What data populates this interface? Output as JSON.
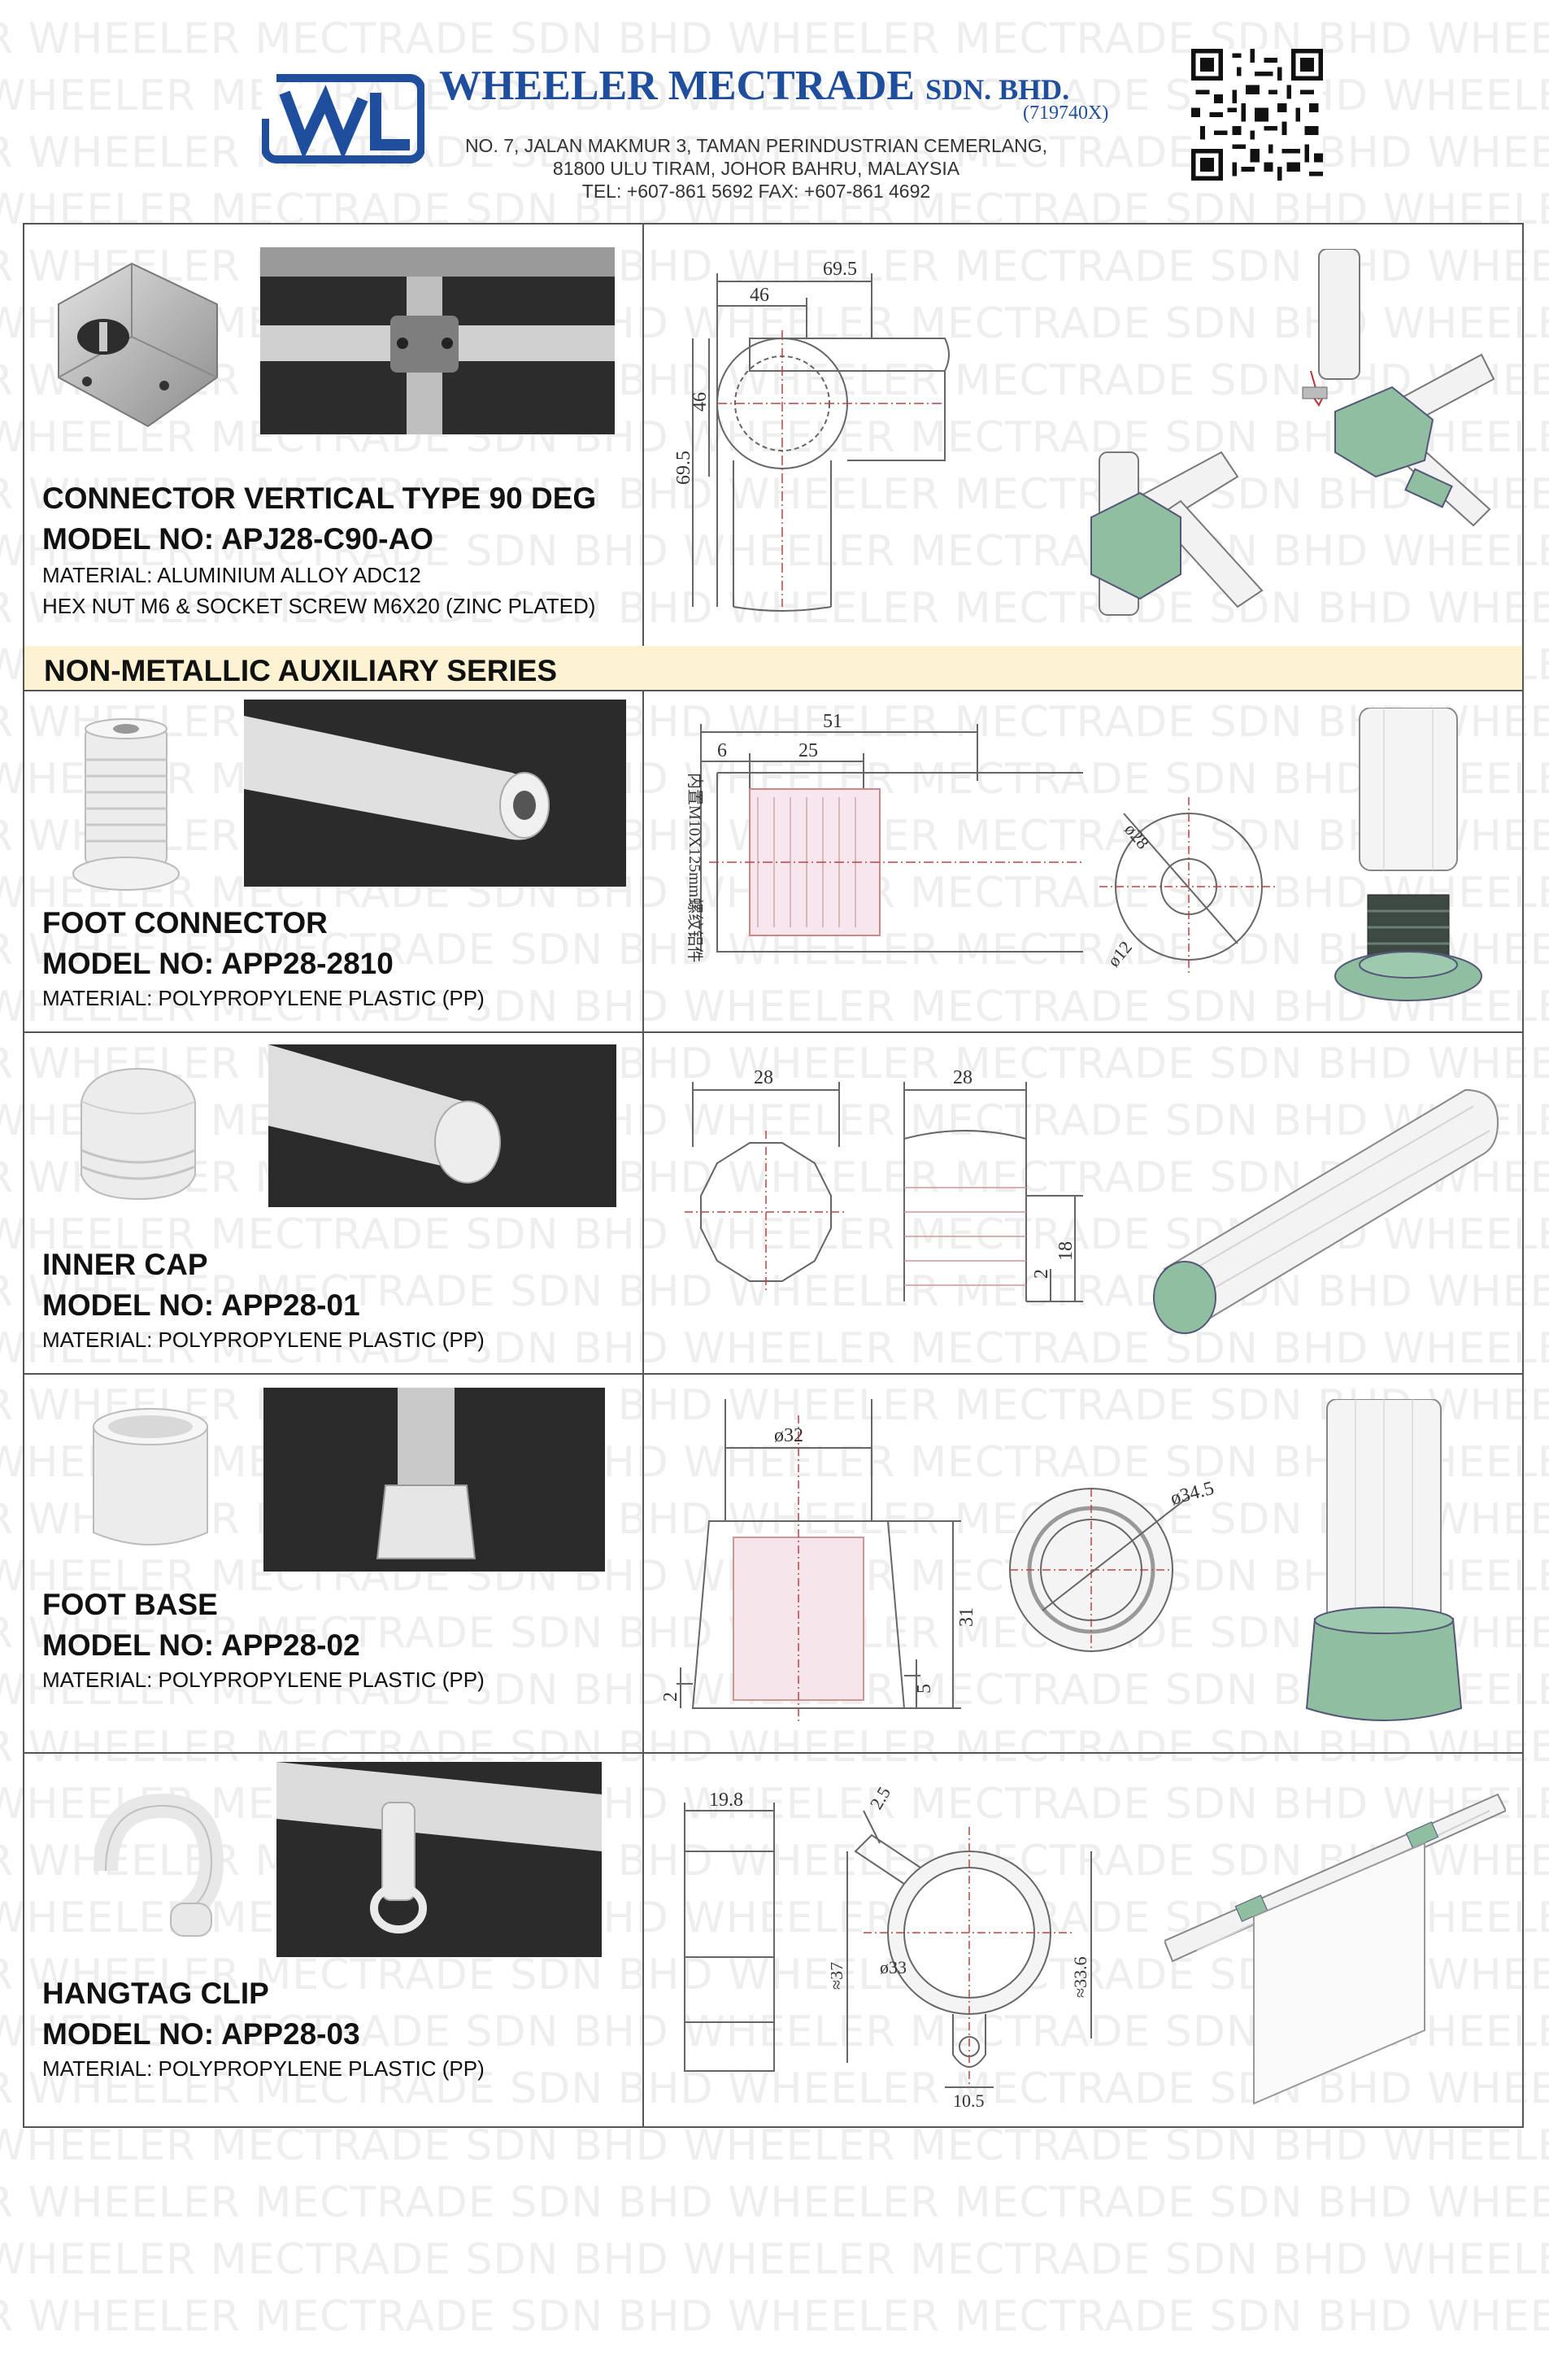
{
  "watermark": {
    "text": "WHEELER MECTRADE SDN BHD"
  },
  "header": {
    "company_name": "WHEELER MECTRADE",
    "company_suffix": "SDN. BHD.",
    "registration_no": "(719740X)",
    "address_line1": "NO. 7, JALAN MAKMUR 3, TAMAN PERINDUSTRIAN CEMERLANG,",
    "address_line2": "81800 ULU TIRAM, JOHOR BAHRU, MALAYSIA",
    "contact_line": "TEL: +607-861 5692  FAX: +607-861 4692"
  },
  "colors": {
    "brand_blue": "#1f4e9c",
    "banner_bg": "#fdf3d3",
    "part_green": "#8fbfa0",
    "photo_dark": "#2c2c2c"
  },
  "banner": {
    "label": "NON-METALLIC AUXILIARY SERIES"
  },
  "products": [
    {
      "title": "CONNECTOR VERTICAL TYPE 90 DEG",
      "model": "MODEL NO: APJ28-C90-AO",
      "material_lines": [
        "MATERIAL: ALUMINIUM ALLOY ADC12",
        "HEX NUT M6 & SOCKET SCREW M6X20 (ZINC PLATED)"
      ],
      "dims": [
        "69.5",
        "46",
        "46",
        "69.5"
      ]
    },
    {
      "title": "FOOT CONNECTOR",
      "model": "MODEL NO: APP28-2810",
      "material_lines": [
        "MATERIAL: POLYPROPYLENE PLASTIC (PP)"
      ],
      "dims": [
        "51",
        "6",
        "25",
        "ø28",
        "ø12"
      ],
      "vertical_note": "内置M10X125mm螺纹铝件"
    },
    {
      "title": "INNER CAP",
      "model": "MODEL NO: APP28-01",
      "material_lines": [
        "MATERIAL: POLYPROPYLENE PLASTIC (PP)"
      ],
      "dims": [
        "28",
        "28",
        "2",
        "18"
      ]
    },
    {
      "title": "FOOT BASE",
      "model": "MODEL NO: APP28-02",
      "material_lines": [
        "MATERIAL: POLYPROPYLENE PLASTIC (PP)"
      ],
      "dims": [
        "ø32",
        "2",
        "5",
        "31",
        "ø34.5"
      ]
    },
    {
      "title": "HANGTAG CLIP",
      "model": "MODEL NO: APP28-03",
      "material_lines": [
        "MATERIAL: POLYPROPYLENE PLASTIC (PP)"
      ],
      "dims": [
        "19.8",
        "2.5",
        "≈37",
        "ø33",
        "≈33.6",
        "10.5"
      ]
    }
  ]
}
